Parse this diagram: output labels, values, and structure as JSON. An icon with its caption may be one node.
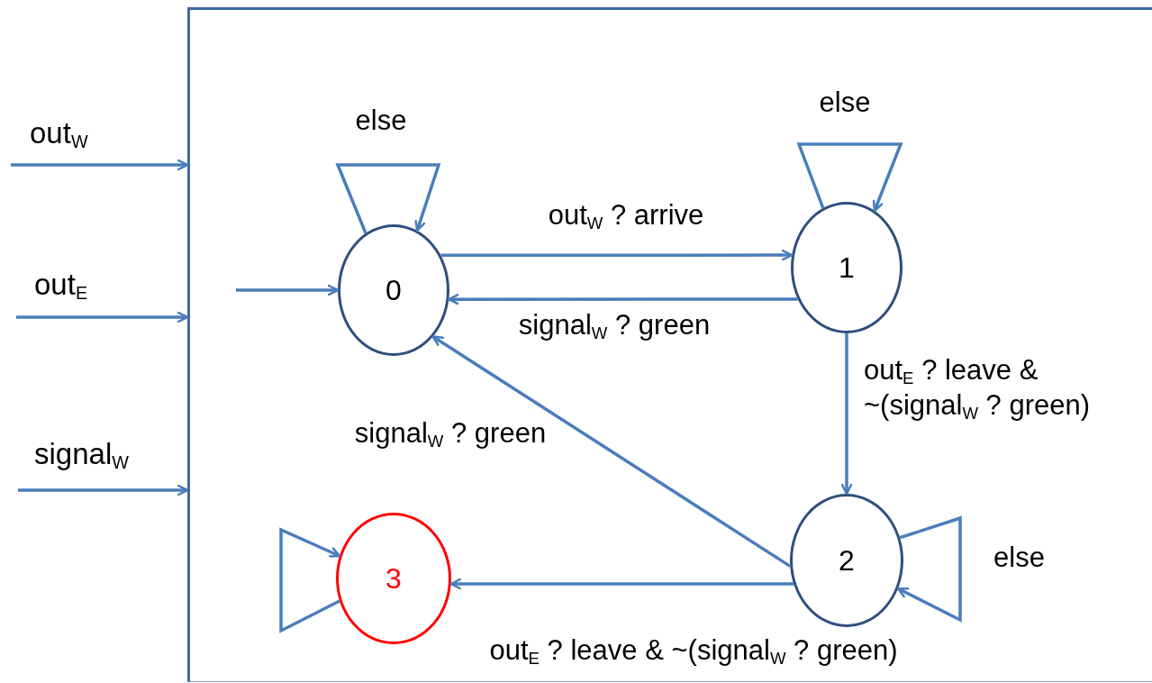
{
  "diagram": {
    "nodes": [
      {
        "text": [],
        "shape": "box"
      },
      {
        "text": [
          "0"
        ],
        "in": 0
      },
      {
        "text": [
          "1"
        ],
        "in": 0
      },
      {
        "text": [
          "2"
        ],
        "in": 0
      },
      {
        "text": [
          "3"
        ],
        "in": 0
      }
    ],
    "edges": [
      {
        "from": null,
        "to": 0,
        "arrow": "to"
      },
      {
        "from": null,
        "to": 0,
        "arrow": "to"
      },
      {
        "from": null,
        "to": 0,
        "arrow": "to"
      },
      {
        "from": null,
        "to": 1,
        "arrow": "to"
      },
      {
        "from": 1,
        "to": 1,
        "arrow": "to",
        "label": "else"
      },
      {
        "from": 2,
        "to": 2,
        "arrow": "to",
        "label": "else"
      },
      {
        "from": 3,
        "to": 3,
        "arrow": "to",
        "label": "else"
      },
      {
        "from": 4,
        "to": 4,
        "arrow": "to"
      },
      {
        "from": 1,
        "to": 2,
        "arrow": "to",
        "label": "out$_{W}$ ? arrive"
      },
      {
        "from": 2,
        "to": 1,
        "arrow": "to",
        "label": "signal$_{W}$ ? green"
      },
      {
        "from": 2,
        "to": 3,
        "arrow": "to",
        "label": "out$_{E}$ ? leave & ~(signal$_{W}$ ? green)"
      },
      {
        "from": 3,
        "to": 1,
        "arrow": "to",
        "label": "signal$_{W}$ ? green"
      },
      {
        "from": 3,
        "to": 4,
        "arrow": "to",
        "label": "out$_{E}$ ? leave & ~(signal$_{W}$ ? green)"
      }
    ],
    "labels": [
      "out$_{W}$",
      "out$_{E}$",
      "signal$_{W}$"
    ]
  }
}
